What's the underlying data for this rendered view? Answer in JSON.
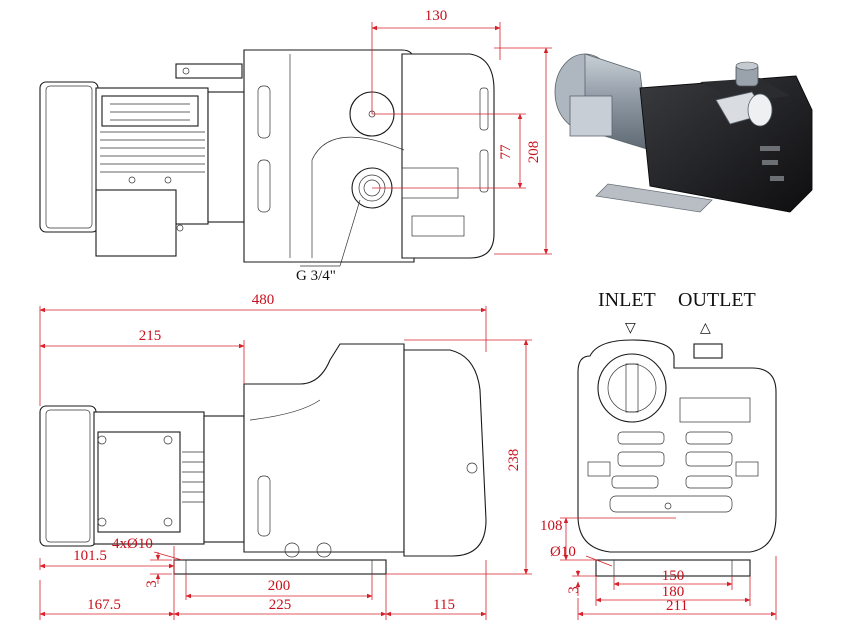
{
  "colors": {
    "dimension": "#d6202a",
    "outline": "#1a1a1a",
    "pump_body": "#1b1b1d",
    "motor": "#9aa3ad"
  },
  "labels": {
    "inlet": "INLET",
    "outlet": "OUTLET",
    "thread": "G 3/4\"",
    "inlet_marker": "▽",
    "outlet_marker": "△"
  },
  "top_view": {
    "port_spacing": "130",
    "port_offset": "77",
    "depth": "208"
  },
  "side_view": {
    "overall_length": "480",
    "motor_length": "215",
    "height": "238",
    "holes": "4xØ10",
    "motor_overhang": "101.5",
    "foot_thickness": "3",
    "hole_spacing": "200",
    "foot_length": "225",
    "front_overhang": "167.5",
    "rear_overhang": "115"
  },
  "front_view": {
    "base_height": "108",
    "hole_dia": "Ø10",
    "hole_spacing": "150",
    "foot_width": "180",
    "overall_width": "211",
    "foot_thickness": "3"
  }
}
